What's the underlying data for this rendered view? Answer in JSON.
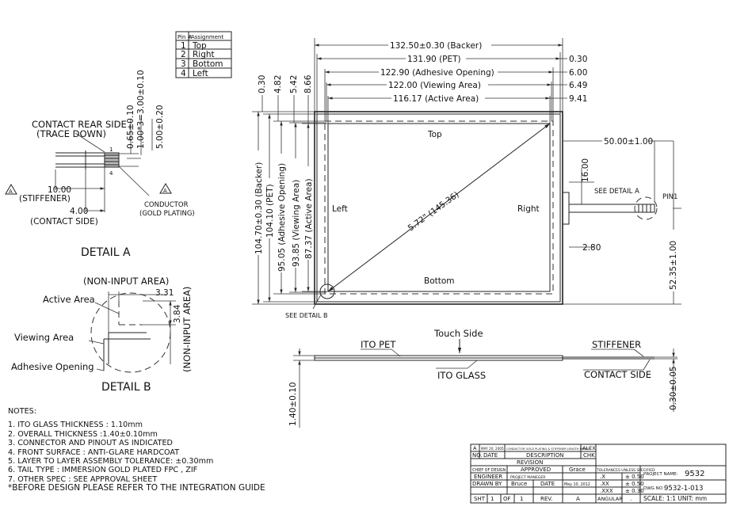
{
  "pin_table": {
    "header": [
      "Pin #",
      "Assignment"
    ],
    "rows": [
      [
        "1",
        "Top"
      ],
      [
        "2",
        "Right"
      ],
      [
        "3",
        "Bottom"
      ],
      [
        "4",
        "Left"
      ]
    ]
  },
  "top_dims": [
    "132.50±0.30 (Backer)",
    "131.90 (PET)",
    "122.90 (Adhesive Opening)",
    "122.00 (Viewing Area)",
    "116.17 (Active Area)"
  ],
  "right_offsets": [
    "0.30",
    "6.00",
    "6.49",
    "9.41"
  ],
  "top_offsets": [
    "0.30",
    "4.82",
    "5.42",
    "8.66"
  ],
  "left_dims": [
    "104.70±0.30 (Backer)",
    "104.10 (PET)",
    "95.05 (Adhesive Opening)",
    "93.85 (Viewing Area)",
    "87.37 (Active Area)"
  ],
  "edges": {
    "top": "Top",
    "left": "Left",
    "right": "Right",
    "bottom": "Bottom"
  },
  "diagonal": "5.72\" (145.36)",
  "tail": {
    "length": "50.00±1.00",
    "width": "16.00",
    "offset": "2.80",
    "position": "52.35±1.00",
    "see_detail": "SEE DETAIL A",
    "pin1": "PIN1"
  },
  "see_detail_b": "SEE DETAIL B",
  "detail_a": {
    "title": "DETAIL A",
    "contact_rear": "CONTACT REAR SIDE",
    "trace_down": "(TRACE DOWN)",
    "d1": "0.65±0.10",
    "d2": "1.00*3=3.00±0.10",
    "d3": "5.00±0.20",
    "stiffener_dim": "10.00",
    "stiffener": "(STIFFENER)",
    "contact_dim": "4.00",
    "contact_side": "(CONTACT SIDE)",
    "conductor": "CONDUCTOR",
    "gold": "(GOLD PLATING)",
    "pin1": "1",
    "pin4": "4",
    "flag": "A"
  },
  "detail_b": {
    "title": "DETAIL B",
    "non_input": "(NON-INPUT AREA)",
    "non_input_v": "(NON-INPUT AREA)",
    "d1": "3.31",
    "d2": "3.84",
    "active": "Active Area",
    "viewing": "Viewing Area",
    "adhesive": "Adhesive Opening"
  },
  "side_view": {
    "touch_side": "Touch Side",
    "ito_pet": "ITO PET",
    "ito_glass": "ITO GLASS",
    "stiffener": "STIFFENER",
    "contact_side": "CONTACT SIDE",
    "thickness": "1.40±0.10",
    "thickness2": "0.30±0.05"
  },
  "notes": {
    "title": "NOTES:",
    "items": [
      "1. ITO GLASS THICKNESS : 1.10mm",
      "2. OVERALL THICKNESS :1.40±0.10mm",
      "3. CONNECTOR AND PINOUT AS INDICATED",
      "4. FRONT SURFACE : ANTI-GLARE HARDCOAT",
      "5. LAYER TO LAYER ASSEMBLY TOLERANCE: ±0.30mm",
      "6. TAIL TYPE : IMMERSION GOLD PLATED FPC , ZIF",
      "7. OTHER SPEC : SEE APPROVAL SHEET",
      "*BEFORE DESIGN PLEASE REFER TO THE INTEGRATION GUIDE"
    ]
  },
  "title_block": {
    "rev_letter": "A",
    "rev_date": "MAY 20, 2005",
    "rev_desc": "CONDUCTOR GOLD PLATING & STIFFENER LENGTH MODIFY",
    "rev_by": "ALEX",
    "no": "NO.",
    "date": "DATE",
    "description": "DESCRIPTION",
    "chk": "CHK",
    "revision": "REVISION",
    "chief": "CHIEF OF DESIGN",
    "approved": "APPROVED",
    "approver": "Grace",
    "engineer": "ENGINEER",
    "pm": "PROJECT MANEGER",
    "drawn": "DRAWN BY",
    "drawer": "Bruce",
    "date2": "DATE",
    "date_val": "May 10, 2012",
    "sht": "SHT",
    "sht_n": "1",
    "of": "OF",
    "of_n": "1",
    "rev": "REV.",
    "rev_val": "A",
    "tol": "TOLERANCES UNLESS SPECIFIED",
    "tol_rows": [
      [
        ".X",
        "± 0.50"
      ],
      [
        ".XX",
        "± 0.50"
      ],
      [
        ".XXX",
        "± 0.30"
      ]
    ],
    "angular": "ANGULAR",
    "angular_val": ".",
    "project_label": "PROJECT NAME:",
    "project": "9532",
    "dwg_label": "DWG NO :",
    "dwg": "9532-1-013",
    "scale": "SCALE: 1:1   UNIT: mm"
  }
}
